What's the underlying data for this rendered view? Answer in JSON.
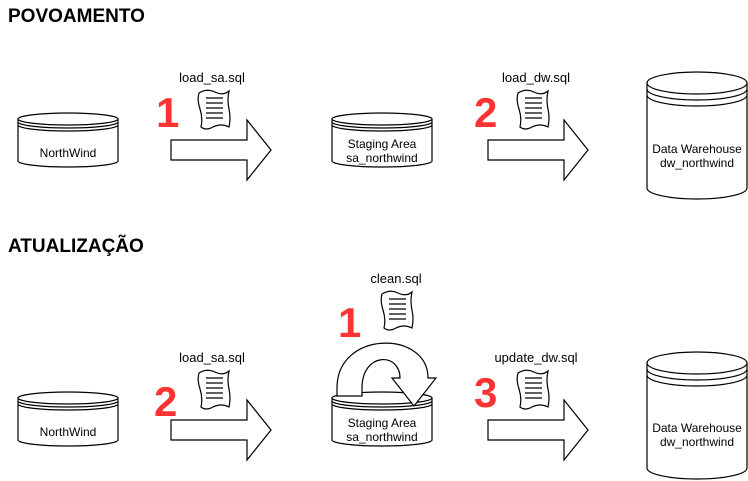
{
  "sections": {
    "povoamento": {
      "title": "POVOAMENTO",
      "source_db": "NorthWind",
      "staging": [
        "Staging Area",
        "sa_northwind"
      ],
      "warehouse": [
        "Data Warehouse",
        "dw_northwind"
      ],
      "step1": {
        "number": "1",
        "script": "load_sa.sql"
      },
      "step2": {
        "number": "2",
        "script": "load_dw.sql"
      }
    },
    "atualizacao": {
      "title": "ATUALIZAÇÃO",
      "source_db": "NorthWind",
      "staging": [
        "Staging Area",
        "sa_northwind"
      ],
      "warehouse": [
        "Data Warehouse",
        "dw_northwind"
      ],
      "clean": {
        "number": "1",
        "script": "clean.sql"
      },
      "step2": {
        "number": "2",
        "script": "load_sa.sql"
      },
      "step3": {
        "number": "3",
        "script": "update_dw.sql"
      }
    }
  },
  "colors": {
    "step_number": "#ff3333",
    "outline": "#000000",
    "fill": "#ffffff"
  }
}
